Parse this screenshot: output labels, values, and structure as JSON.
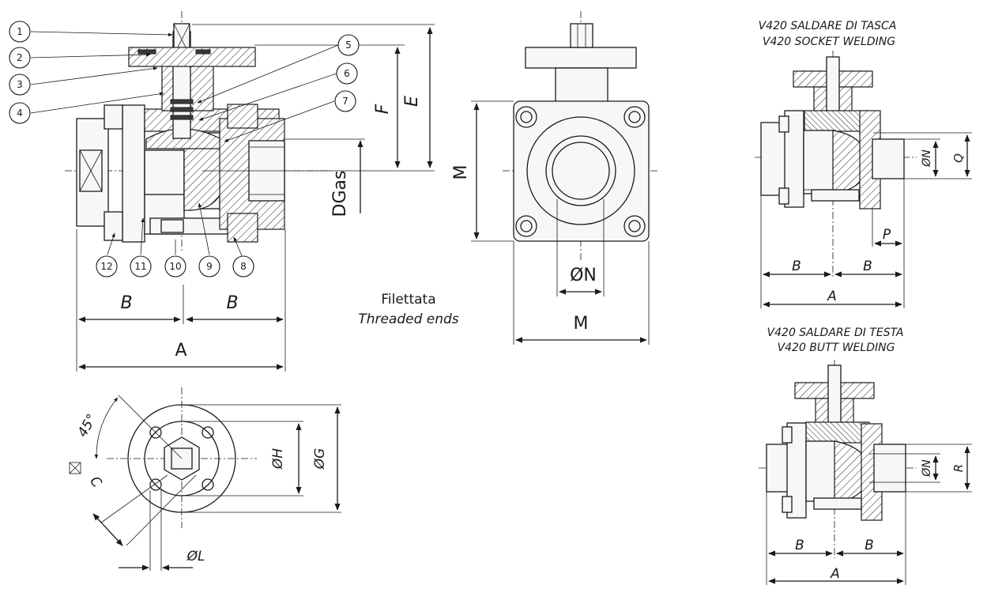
{
  "callouts": [
    "1",
    "2",
    "3",
    "4",
    "5",
    "6",
    "7",
    "8",
    "9",
    "10",
    "11",
    "12"
  ],
  "main_view": {
    "dim_B_left": "B",
    "dim_B_right": "B",
    "dim_A": "A",
    "dim_F": "F",
    "dim_E": "E",
    "dim_DGas": "DGas"
  },
  "side_view": {
    "dim_M_vertical": "M",
    "dim_M_horizontal": "M",
    "dim_ON": "ØN"
  },
  "ends_caption": {
    "line1": "Filettata",
    "line2": "Threaded ends"
  },
  "top_view": {
    "angle": "45°",
    "dim_C": "C",
    "dim_OH": "ØH",
    "dim_OG": "ØG",
    "dim_OL": "ØL"
  },
  "socket_view": {
    "title_line1": "V420 SALDARE DI TASCA",
    "title_line2": "V420 SOCKET WELDING",
    "dim_ON": "ØN",
    "dim_Q": "Q",
    "dim_P": "P",
    "dim_B_left": "B",
    "dim_B_right": "B",
    "dim_A": "A"
  },
  "butt_view": {
    "title_line1": "V420 SALDARE DI TESTA",
    "title_line2": "V420 BUTT WELDING",
    "dim_ON": "ØN",
    "dim_R": "R",
    "dim_B_left": "B",
    "dim_B_right": "B",
    "dim_A": "A"
  }
}
